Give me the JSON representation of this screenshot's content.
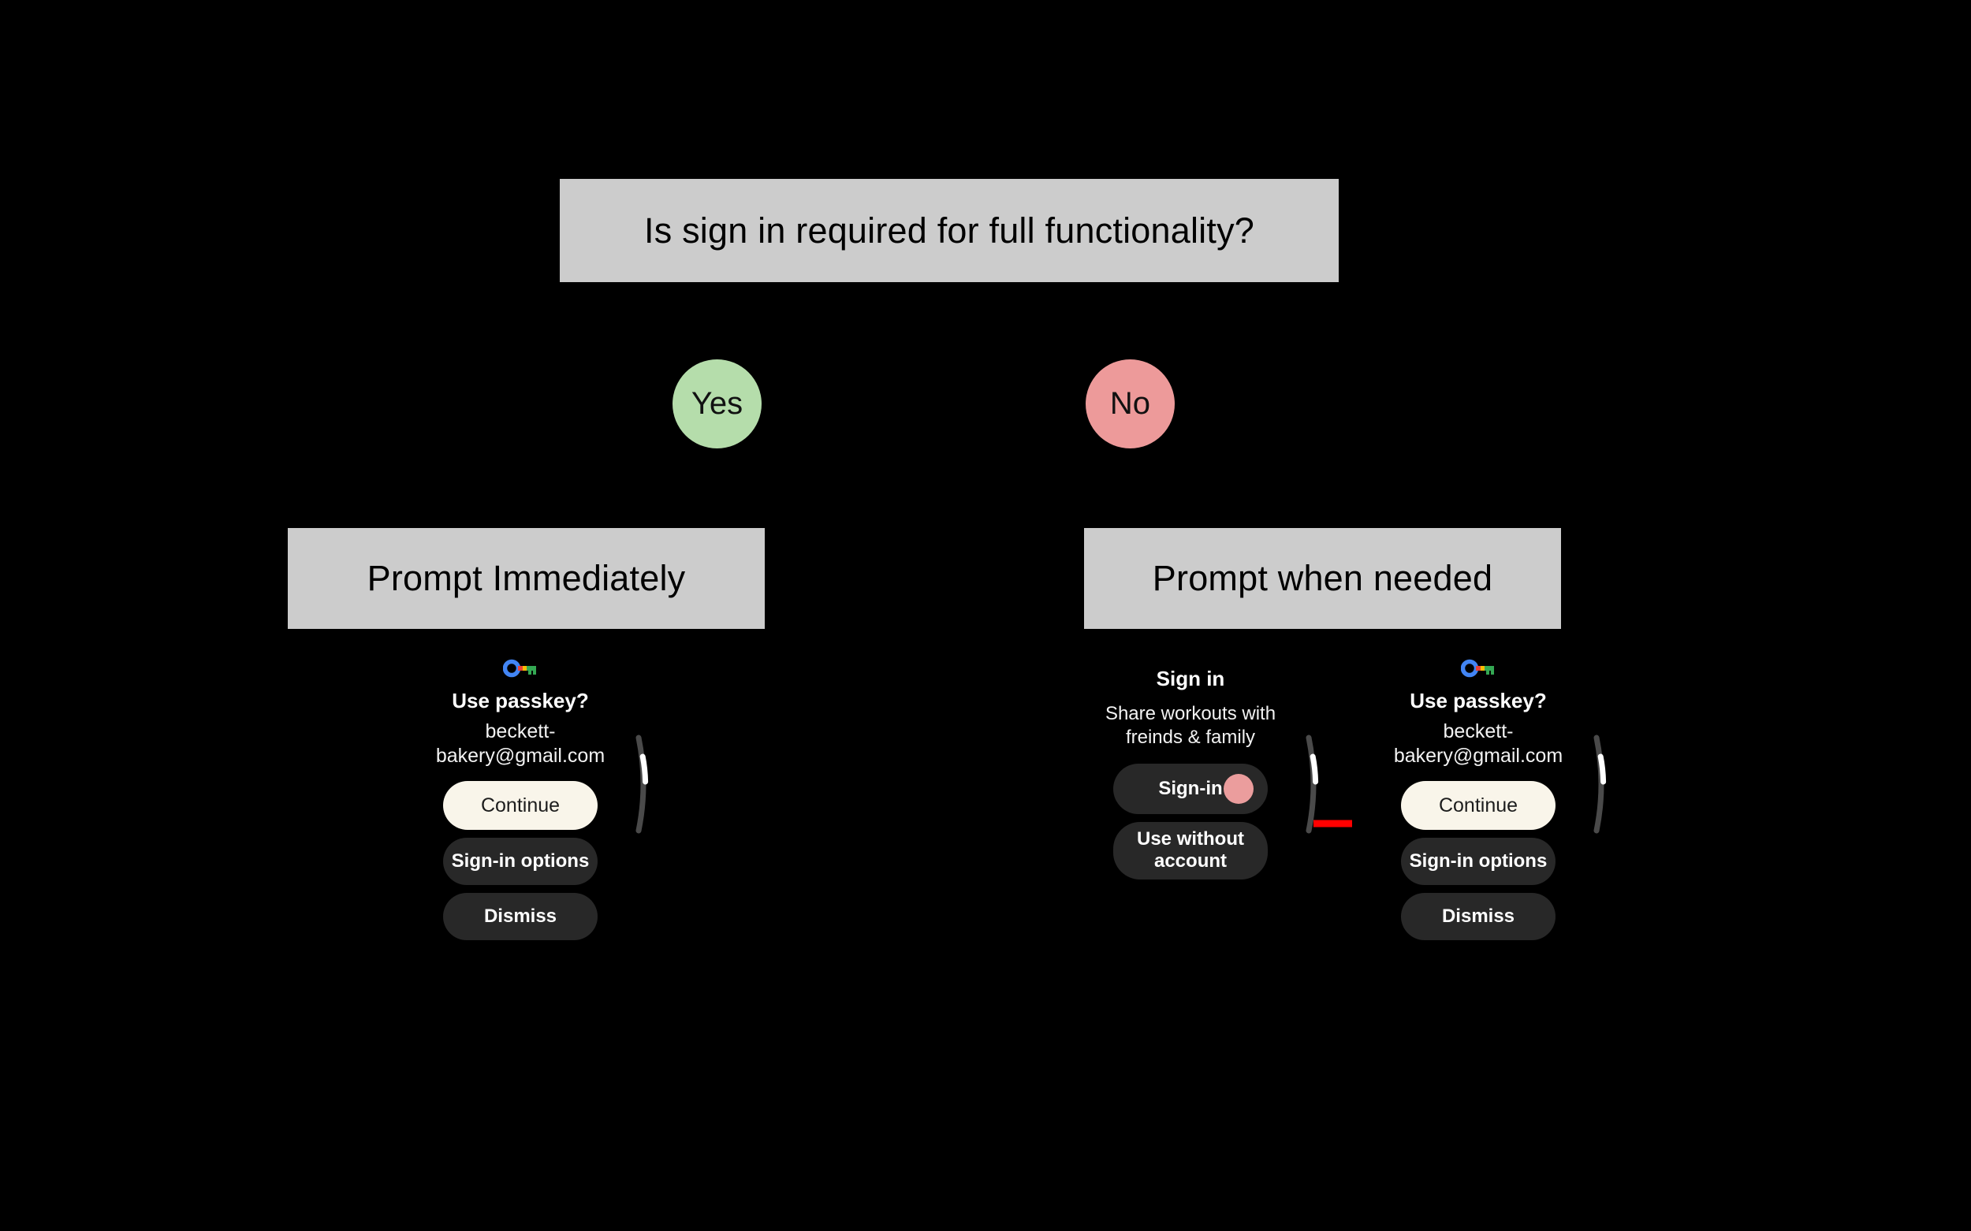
{
  "theme": {
    "background": "#000000",
    "box_fill": "#cccccc",
    "box_text": "#000000",
    "yes_fill": "#b5ddab",
    "no_fill": "#ed9a9a",
    "arrow_color": "#ff0000",
    "pill_primary_fill": "#f9f5ea",
    "pill_secondary_fill": "#282828",
    "tap_indicator_fill": "#eb9d9d",
    "scrollbar_track": "#4a4a4a",
    "scrollbar_thumb": "#ffffff",
    "passkey_icon_colors": {
      "ring": "#4285f4",
      "red": "#ea4335",
      "yellow": "#fbbc04",
      "green": "#34a853"
    }
  },
  "flowchart": {
    "question": "Is sign in required for full functionality?",
    "branches": [
      {
        "label": "Yes",
        "outcome": "Prompt Immediately"
      },
      {
        "label": "No",
        "outcome": "Prompt when needed"
      }
    ]
  },
  "screens": {
    "left_passkey": {
      "icon": "google-passkey-icon",
      "title": "Use passkey?",
      "subtitle": "beckett-bakery@gmail.com",
      "buttons": [
        {
          "label": "Continue",
          "style": "primary"
        },
        {
          "label": "Sign-in options",
          "style": "secondary"
        },
        {
          "label": "Dismiss",
          "style": "secondary"
        }
      ]
    },
    "middle_signin": {
      "title": "Sign in",
      "subtitle": "Share workouts with freinds & family",
      "buttons": [
        {
          "label": "Sign-in",
          "style": "secondary",
          "tap_indicator": true
        },
        {
          "label": "Use without account",
          "style": "secondary",
          "tap_indicator": false
        }
      ]
    },
    "right_passkey": {
      "icon": "google-passkey-icon",
      "title": "Use passkey?",
      "subtitle": "beckett-bakery@gmail.com",
      "buttons": [
        {
          "label": "Continue",
          "style": "primary"
        },
        {
          "label": "Sign-in options",
          "style": "secondary"
        },
        {
          "label": "Dismiss",
          "style": "secondary"
        }
      ]
    }
  }
}
